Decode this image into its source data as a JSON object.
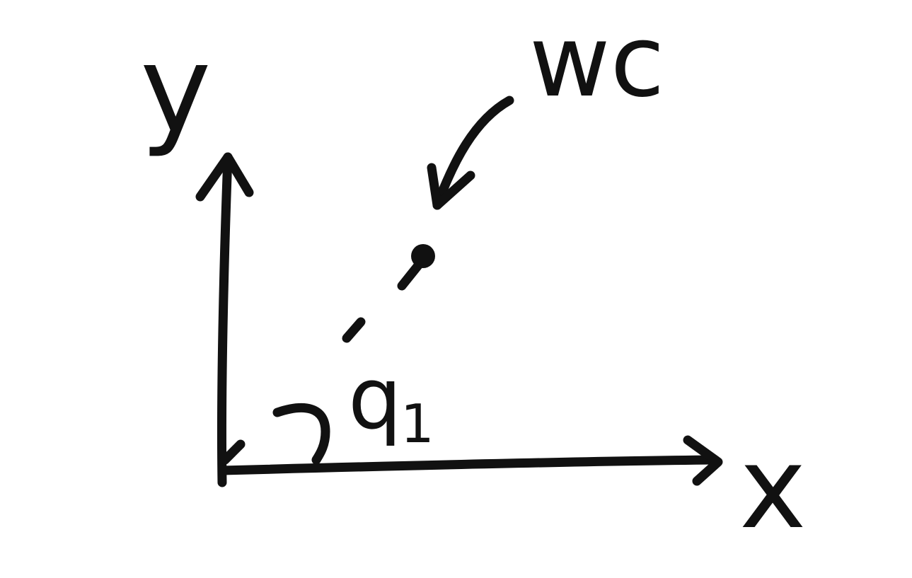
{
  "diagram": {
    "labels": {
      "y_axis": "y",
      "x_axis": "x",
      "point": "wc",
      "angle": "q",
      "angle_subscript": "1"
    },
    "style": {
      "ink_color": "#111111",
      "background": "#ffffff"
    }
  }
}
